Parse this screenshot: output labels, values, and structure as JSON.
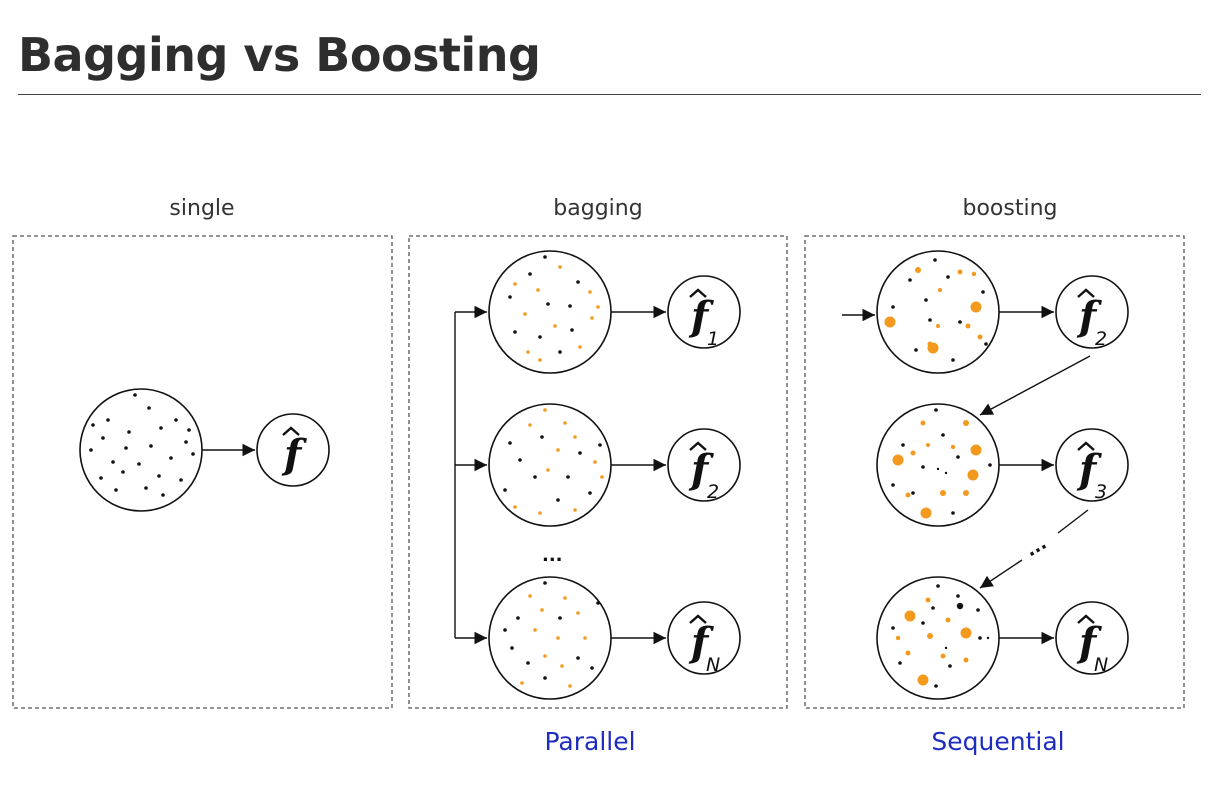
{
  "title": "Bagging vs Boosting",
  "panels": {
    "single": {
      "label": "single",
      "model": "f"
    },
    "bagging": {
      "label": "bagging",
      "models": [
        "f",
        "f",
        "f"
      ],
      "subscripts": [
        "1",
        "2",
        "N"
      ],
      "ellipsis": "...",
      "footer": "Parallel"
    },
    "boosting": {
      "label": "boosting",
      "models": [
        "f",
        "f",
        "f"
      ],
      "subscripts": [
        "2",
        "3",
        "N"
      ],
      "ellipsis": "...",
      "footer": "Sequential"
    }
  },
  "colors": {
    "dot_black": "#111111",
    "dot_orange": "#f39a1e",
    "footer_text": "#1f2dbf"
  }
}
